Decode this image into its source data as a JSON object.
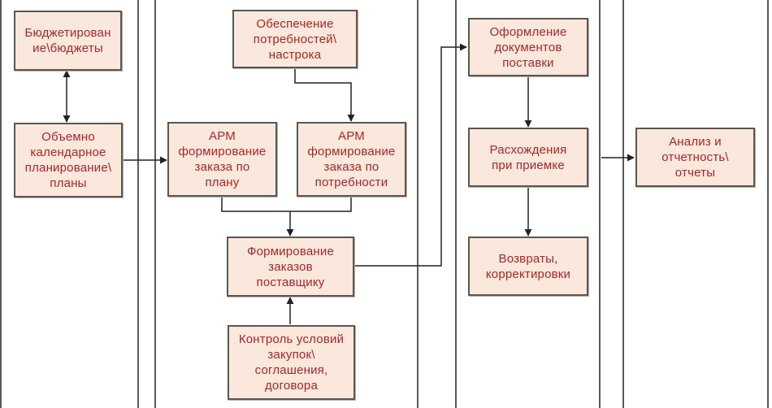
{
  "diagram": {
    "colors": {
      "box_fill": "#fae8dc",
      "box_border": "#5c5652",
      "text": "#a8262b",
      "line": "#222222"
    },
    "lanes": [
      {
        "id": "planning"
      },
      {
        "id": "ordering"
      },
      {
        "id": "delivery"
      },
      {
        "id": "analytics"
      }
    ],
    "nodes": {
      "budgeting": {
        "label": "Бюджетирован\nие\\бюджеты"
      },
      "volume_planning": {
        "label": "Объемно\nкалендарное\nпланирование\\\nпланы"
      },
      "needs_setup": {
        "label": "Обеспечение\nпотребностей\\\nнастрока"
      },
      "arm_plan": {
        "label": "АРМ\nформирование\nзаказа по\nплану"
      },
      "arm_need": {
        "label": "АРМ\nформирование\nзаказа по\nпотребности"
      },
      "supplier_orders": {
        "label": "Формирование\nзаказов\nпоставщику"
      },
      "purchase_control": {
        "label": "Контроль условий\nзакупок\\\nсоглашения,\nдоговора"
      },
      "delivery_docs": {
        "label": "Оформление\nдокументов\nпоставки"
      },
      "receipt_discrepancies": {
        "label": "Расхождения\nпри приемке"
      },
      "returns": {
        "label": "Возвраты,\nкорректировки"
      },
      "analysis": {
        "label": "Анализ и\nотчетность\\\nотчеты"
      }
    },
    "edges": [
      {
        "from": "budgeting",
        "to": "volume_planning",
        "type": "bidirectional"
      },
      {
        "from": "volume_planning",
        "to": "arm_plan"
      },
      {
        "from": "needs_setup",
        "to": "arm_need"
      },
      {
        "from": "arm_plan",
        "to": "supplier_orders"
      },
      {
        "from": "arm_need",
        "to": "supplier_orders"
      },
      {
        "from": "purchase_control",
        "to": "supplier_orders"
      },
      {
        "from": "supplier_orders",
        "to": "delivery_docs"
      },
      {
        "from": "delivery_docs",
        "to": "receipt_discrepancies"
      },
      {
        "from": "receipt_discrepancies",
        "to": "returns"
      },
      {
        "from": "delivery_lane",
        "to": "analysis"
      }
    ]
  }
}
